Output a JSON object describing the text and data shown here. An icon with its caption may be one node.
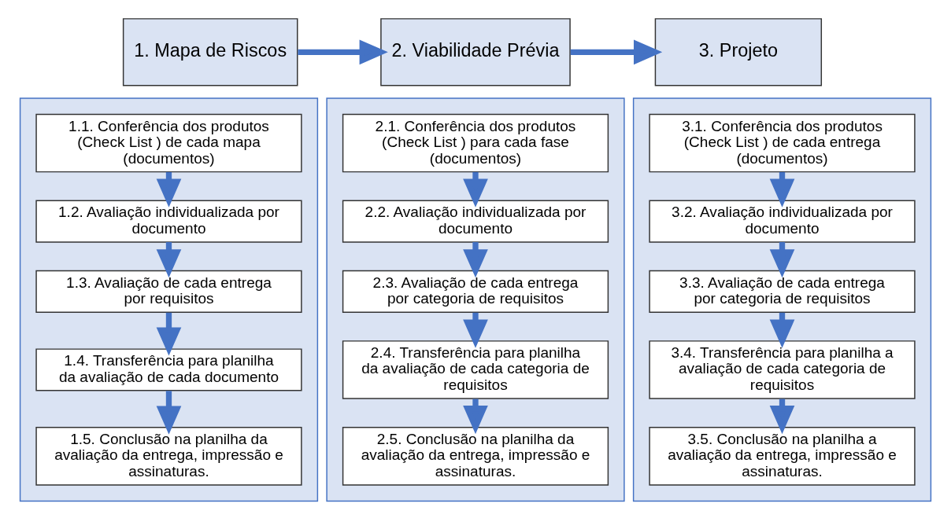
{
  "diagram": {
    "nodes": [
      {
        "text": [
          "1. Mapa de Riscos"
        ]
      },
      {
        "text": [
          "2. Viabilidade Prévia"
        ]
      },
      {
        "text": [
          "3. Projeto"
        ]
      },
      {
        "text": [],
        "shape": "box"
      },
      {
        "text": [
          "1.1. Conferência dos produtos (Check List ) de cada mapa (documentos)"
        ],
        "in": 3
      },
      {
        "text": [
          "1.2. Avaliação individualizada por documento"
        ],
        "in": 3
      },
      {
        "text": [
          "1.3. Avaliação de cada entrega  por requisitos"
        ],
        "in": 3
      },
      {
        "text": [
          "1.4. Transferência para planilha da avaliação de cada documento"
        ],
        "in": 3
      },
      {
        "text": [
          "1.5. Conclusão na planilha da avaliação da entrega, impressão e assinaturas."
        ],
        "in": 3
      },
      {
        "text": [],
        "shape": "box"
      },
      {
        "text": [
          "2.1. Conferência dos produtos (Check List ) para cada fase (documentos)"
        ],
        "in": 9
      },
      {
        "text": [
          "2.2. Avaliação individualizada por documento"
        ],
        "in": 9
      },
      {
        "text": [
          "2.3. Avaliação de cada entrega  por categoria de requisitos"
        ],
        "in": 9
      },
      {
        "text": [
          "2.4. Transferência para planilha da avaliação de cada categoria de requisitos"
        ],
        "in": 9
      },
      {
        "text": [
          "2.5. Conclusão na planilha da avaliação da entrega, impressão e assinaturas."
        ],
        "in": 9
      },
      {
        "text": [],
        "shape": "box"
      },
      {
        "text": [
          "3.1. Conferência dos produtos (Check List ) de cada entrega (documentos)"
        ],
        "in": 15
      },
      {
        "text": [
          "3.2. Avaliação individualizada por documento"
        ],
        "in": 15
      },
      {
        "text": [
          "3.3. Avaliação de cada entrega  por categoria de requisitos"
        ],
        "in": 15
      },
      {
        "text": [
          "3.4. Transferência para planilha a avaliação de cada categoria de requisitos"
        ],
        "in": 15
      },
      {
        "text": [
          "3.5. Conclusão na planilha a avaliação da entrega, impressão e assinaturas."
        ],
        "in": 15
      }
    ],
    "edges": [
      {
        "from": 0,
        "to": 1,
        "arrow": "to"
      },
      {
        "from": 1,
        "to": 2,
        "arrow": "to"
      },
      {
        "from": 4,
        "to": 5,
        "arrow": "to"
      },
      {
        "from": 5,
        "to": 6,
        "arrow": "to"
      },
      {
        "from": 6,
        "to": 7,
        "arrow": "to"
      },
      {
        "from": 7,
        "to": 8,
        "arrow": "to"
      },
      {
        "from": 10,
        "to": 11,
        "arrow": "to"
      },
      {
        "from": 11,
        "to": 12,
        "arrow": "to"
      },
      {
        "from": 12,
        "to": 13,
        "arrow": "to"
      },
      {
        "from": 13,
        "to": 14,
        "arrow": "to"
      },
      {
        "from": 16,
        "to": 17,
        "arrow": "to"
      },
      {
        "from": 17,
        "to": 18,
        "arrow": "to"
      },
      {
        "from": 18,
        "to": 19,
        "arrow": "to"
      },
      {
        "from": 19,
        "to": 20,
        "arrow": "to"
      }
    ]
  }
}
